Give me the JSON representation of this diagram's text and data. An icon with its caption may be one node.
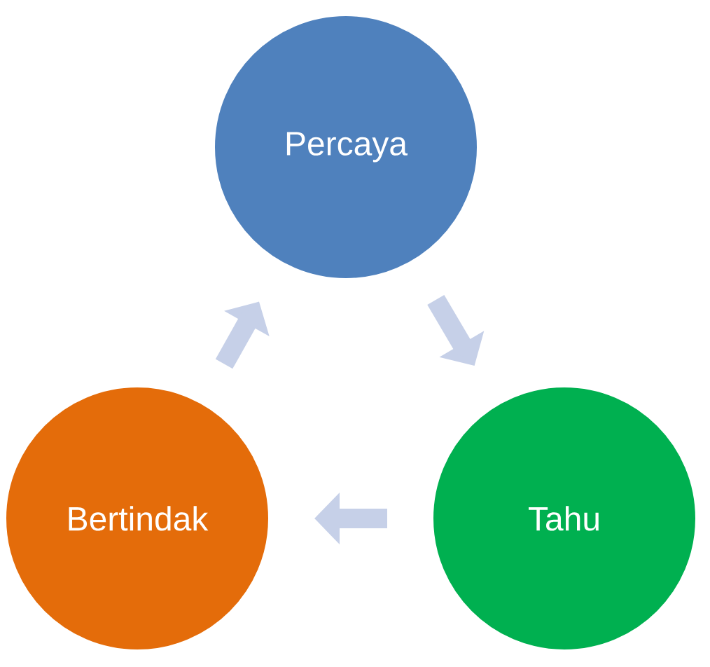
{
  "diagram": {
    "nodes": [
      {
        "text": [
          "Percaya"
        ]
      },
      {
        "text": [
          "Tahu"
        ]
      },
      {
        "text": [
          "Bertindak"
        ]
      }
    ],
    "edges": [
      {
        "from": 0,
        "to": 1,
        "arrow": "to"
      },
      {
        "from": 1,
        "to": 2,
        "arrow": "to"
      },
      {
        "from": 2,
        "to": 0,
        "arrow": "to"
      }
    ]
  }
}
